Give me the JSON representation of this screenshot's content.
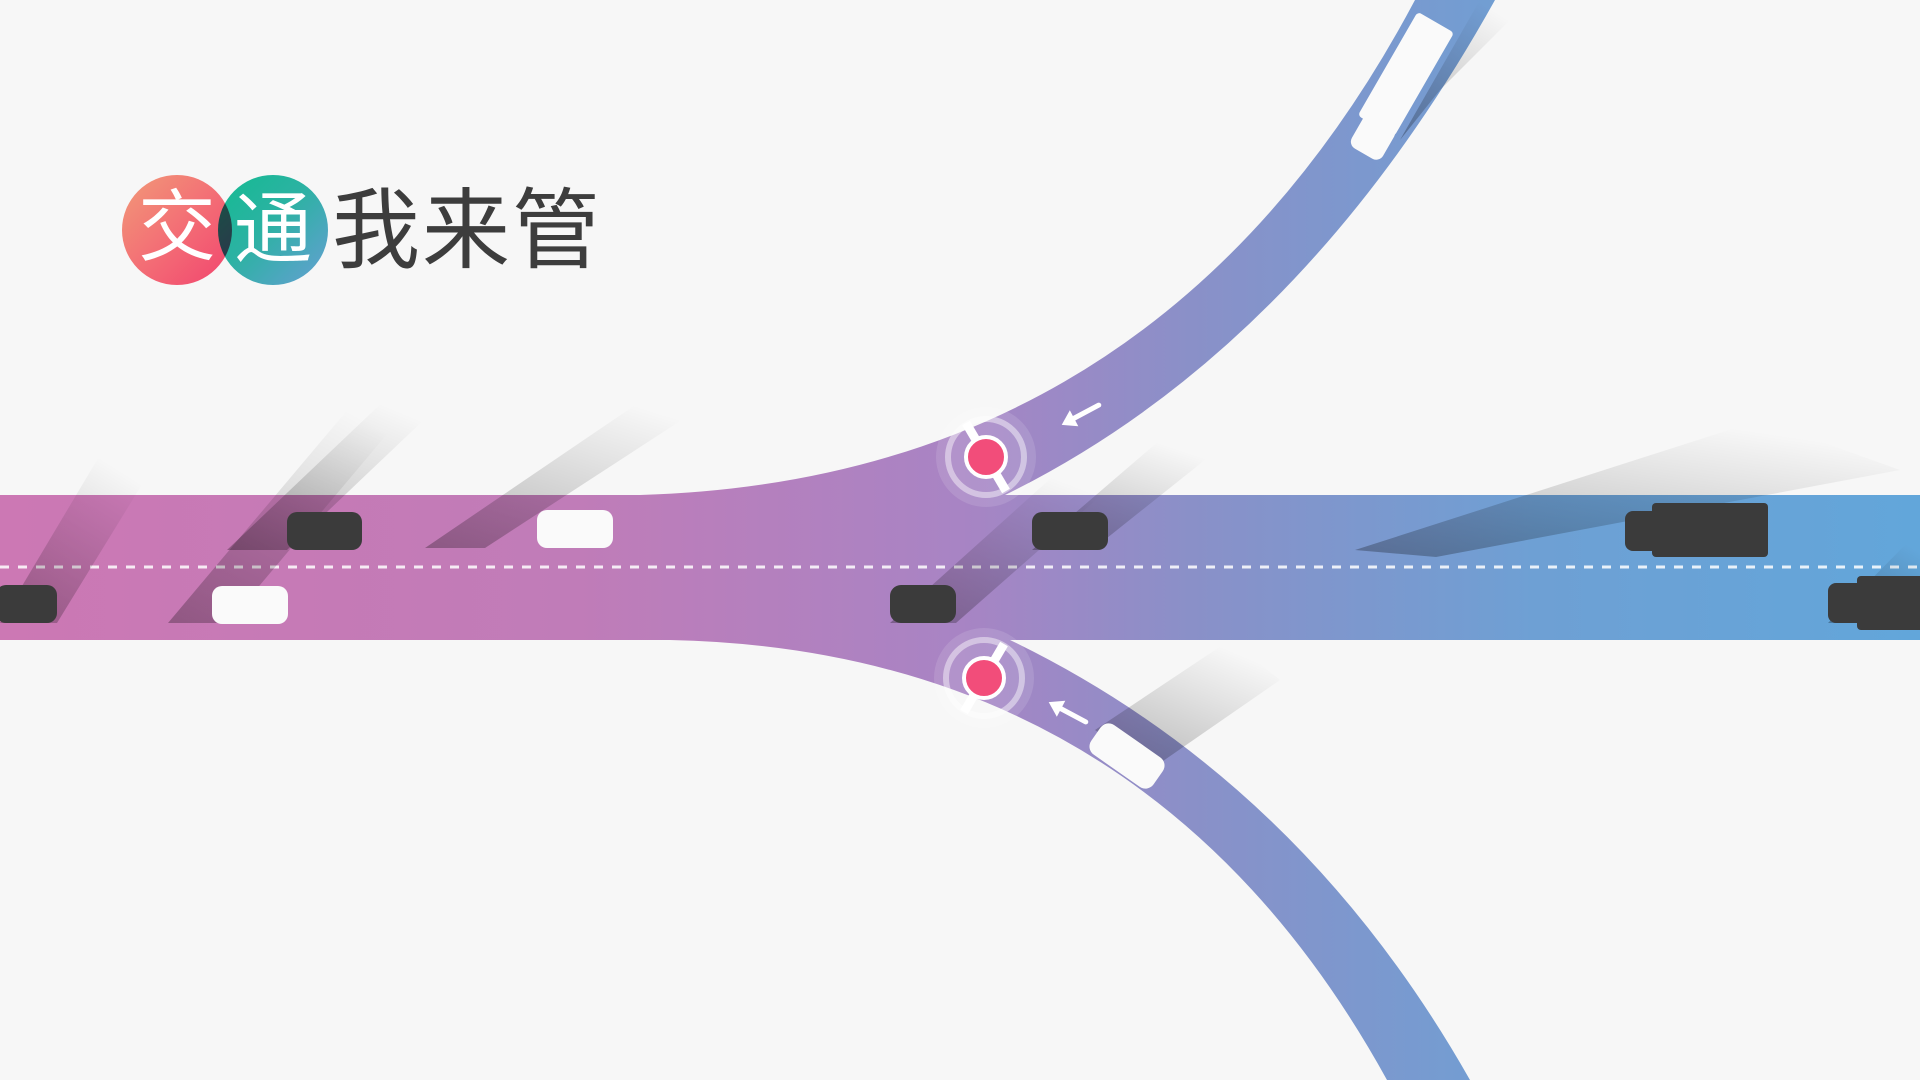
{
  "logo": {
    "char1": "交",
    "char2": "通",
    "rest": "我来管"
  },
  "colors": {
    "background": "#f7f7f7",
    "road_left": "#cc78b4",
    "road_mid": "#a884c4",
    "road_right": "#64a6d8",
    "signal_red": "#f24d7a",
    "car_dark": "#3b3b3b",
    "car_light": "#fafafa"
  },
  "signals": [
    {
      "name": "upper-ramp-signal",
      "state": "red"
    },
    {
      "name": "lower-ramp-signal",
      "state": "red"
    }
  ],
  "vehicles": [
    {
      "type": "car",
      "color": "dark",
      "lane": "bottom"
    },
    {
      "type": "car",
      "color": "dark",
      "lane": "top"
    },
    {
      "type": "car",
      "color": "white",
      "lane": "bottom"
    },
    {
      "type": "car",
      "color": "white",
      "lane": "top"
    },
    {
      "type": "car",
      "color": "dark",
      "lane": "bottom"
    },
    {
      "type": "car",
      "color": "dark",
      "lane": "top"
    },
    {
      "type": "truck",
      "color": "dark",
      "lane": "top"
    },
    {
      "type": "truck",
      "color": "dark",
      "lane": "bottom"
    },
    {
      "type": "truck",
      "color": "white",
      "lane": "upper-ramp"
    },
    {
      "type": "car",
      "color": "white",
      "lane": "lower-ramp"
    }
  ]
}
